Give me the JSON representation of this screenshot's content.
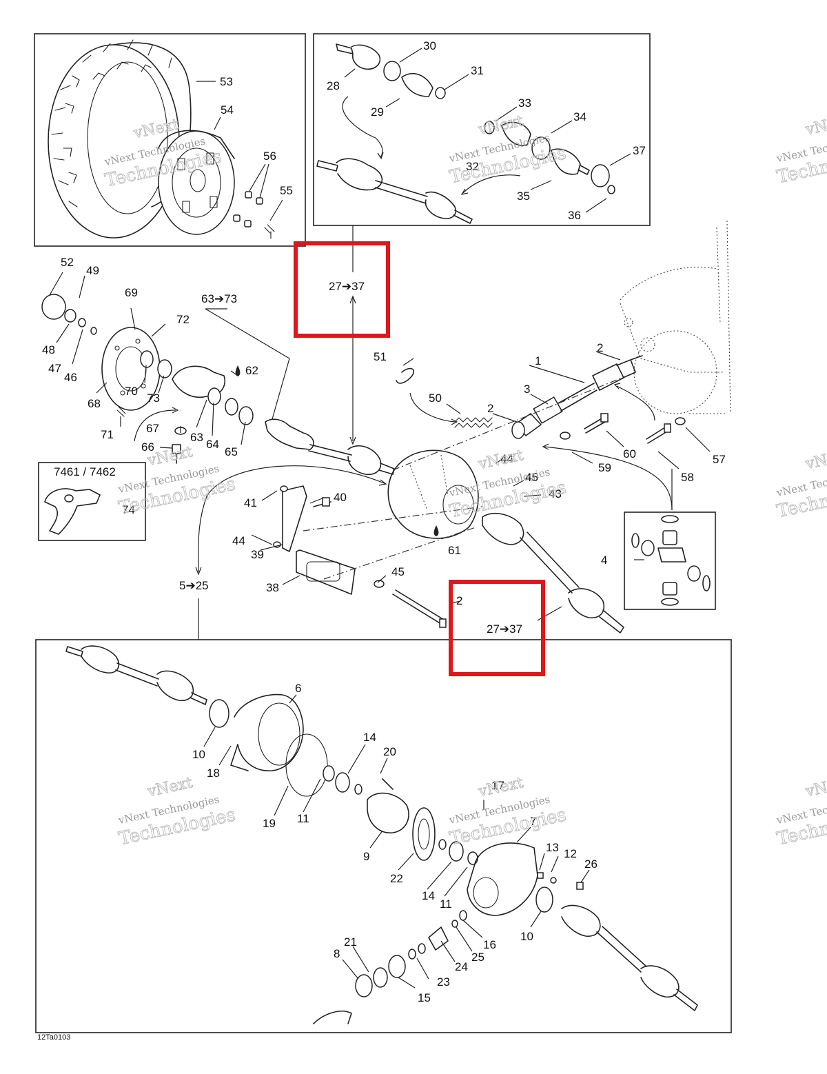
{
  "drawing_code": "12Ta0103",
  "watermark": {
    "line1": "vNext",
    "line2": "vNext Technologies",
    "line3": "Technologies"
  },
  "callouts": {
    "c1": "1",
    "c2a": "2",
    "c2b": "2",
    "c2c": "2",
    "c3": "3",
    "c4": "4",
    "c6": "6",
    "c7": "7",
    "c8": "8",
    "c9": "9",
    "c10a": "10",
    "c10b": "10",
    "c11a": "11",
    "c11b": "11",
    "c12": "12",
    "c13": "13",
    "c14a": "14",
    "c14b": "14",
    "c15": "15",
    "c16": "16",
    "c17": "17",
    "c18": "18",
    "c19": "19",
    "c20": "20",
    "c21": "21",
    "c22": "22",
    "c23": "23",
    "c24": "24",
    "c25": "25",
    "c26": "26",
    "c28": "28",
    "c29": "29",
    "c30": "30",
    "c31": "31",
    "c32": "32",
    "c33": "33",
    "c34": "34",
    "c35": "35",
    "c36": "36",
    "c37": "37",
    "c38": "38",
    "c39": "39",
    "c40": "40",
    "c41": "41",
    "c43": "43",
    "c44a": "44",
    "c44b": "44",
    "c45a": "45",
    "c45b": "45",
    "c46": "46",
    "c47": "47",
    "c48": "48",
    "c49": "49",
    "c50": "50",
    "c51": "51",
    "c52": "52",
    "c53": "53",
    "c54": "54",
    "c55": "55",
    "c56": "56",
    "c57": "57",
    "c58": "58",
    "c59": "59",
    "c60": "60",
    "c61": "61",
    "c62": "62",
    "c63": "63",
    "c64": "64",
    "c65": "65",
    "c66": "66",
    "c67": "67",
    "c68": "68",
    "c69": "69",
    "c70": "70",
    "c71": "71",
    "c72": "72",
    "c73": "73",
    "c74": "74"
  },
  "range_refs": {
    "r_27_37_top": "27➔37",
    "r_27_37_bottom": "27➔37",
    "r_63_73": "63➔73",
    "r_5_25": "5➔25"
  },
  "model_note": "7461 / 7462",
  "colors": {
    "highlight": "#e0161b",
    "ink": "#222222",
    "watermark": "#b9b9b9"
  }
}
